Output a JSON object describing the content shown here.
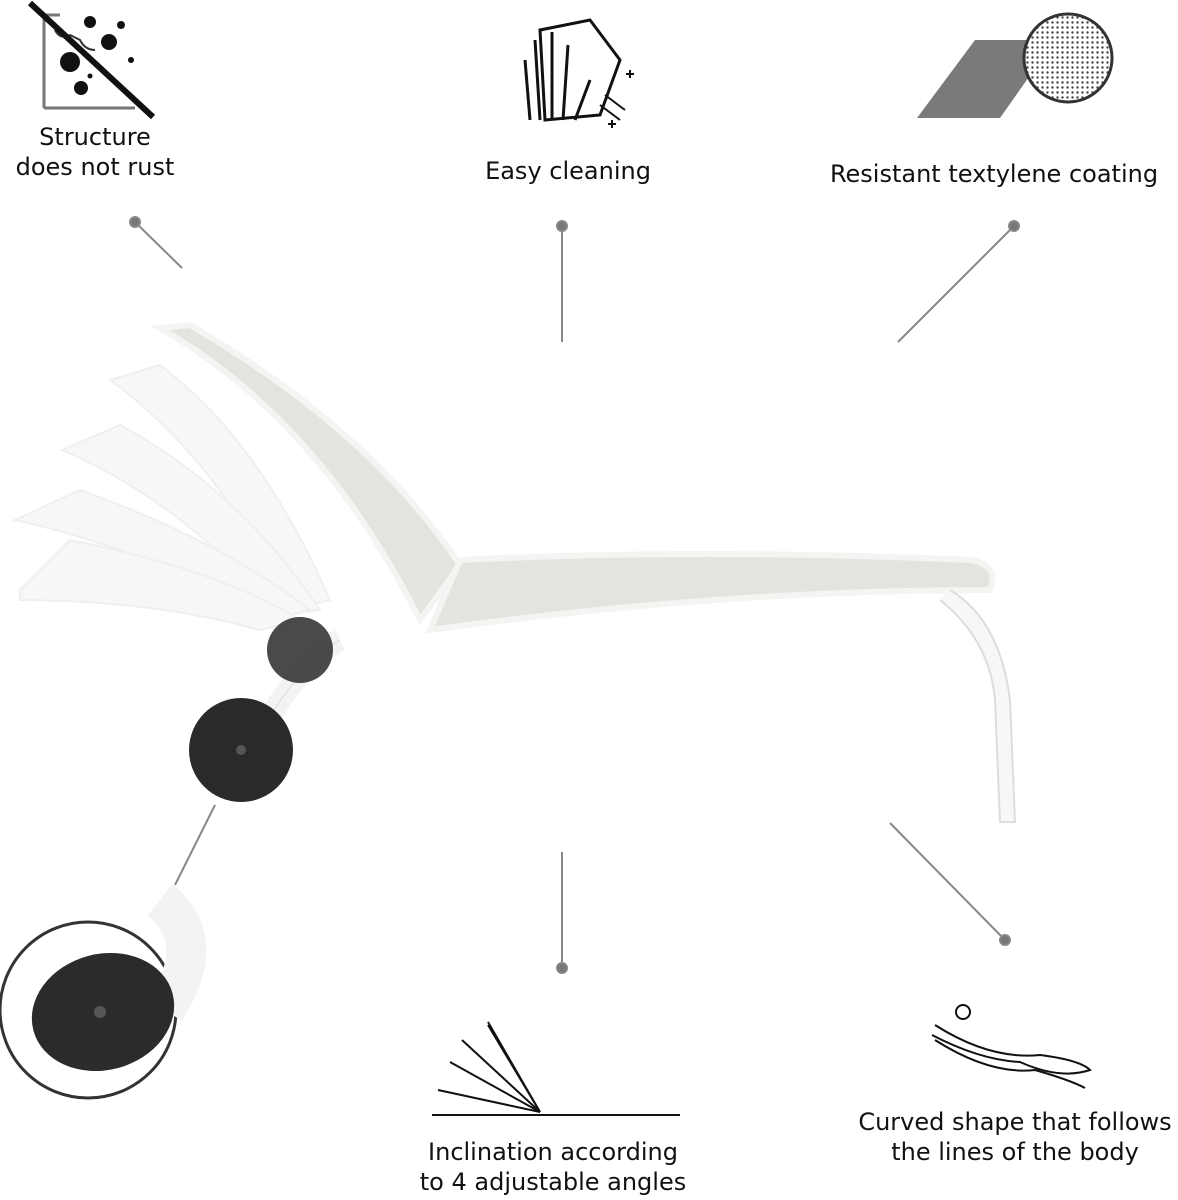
{
  "features": {
    "rust": {
      "line1": "Structure",
      "line2": "does not rust"
    },
    "cleaning": {
      "line1": "Easy cleaning"
    },
    "coating": {
      "line1": "Resistant textylene coating"
    },
    "inclination": {
      "line1": "Inclination according",
      "line2": "to 4 adjustable angles"
    },
    "curved": {
      "line1": "Curved shape that follows",
      "line2": "the lines of the body"
    }
  },
  "colors": {
    "line": "#888888",
    "wheel": "#2a2a2a",
    "fabric": "#e4e3df",
    "frame": "#f7f7f5",
    "icon_gray": "#7a7a7a"
  }
}
